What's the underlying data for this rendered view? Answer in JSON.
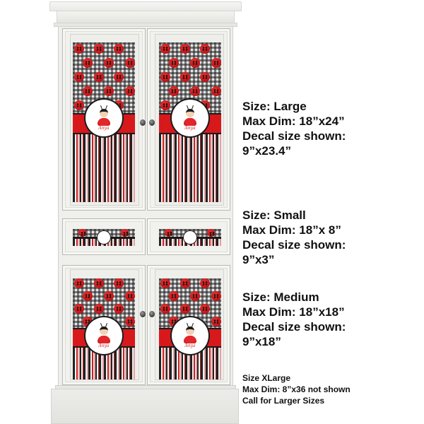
{
  "product": {
    "theme": "ladybug gingham & stripes",
    "personalized_name": "Anya",
    "colors": {
      "red": "#d7191c",
      "black": "#1b1b1b",
      "pink": "#e3a3a4",
      "cabinet_white": "#efefec"
    }
  },
  "sizes": [
    {
      "size_line": "Size: Large",
      "max_dim_line": "Max Dim: 18”x24”",
      "decal_label": "Decal size shown:",
      "decal_value": "9”x23.4”"
    },
    {
      "size_line": "Size: Small",
      "max_dim_line": "Max Dim: 18”x 8”",
      "decal_label": "Decal size shown:",
      "decal_value": "9”x3”"
    },
    {
      "size_line": "Size: Medium",
      "max_dim_line": "Max Dim: 18”x18”",
      "decal_label": "Decal size shown:",
      "decal_value": "9”x18”"
    }
  ],
  "xlarge_note": {
    "line1": "Size XLarge",
    "line2": "Max Dim: 8”x36 not shown",
    "line3": "Call for Larger Sizes"
  }
}
